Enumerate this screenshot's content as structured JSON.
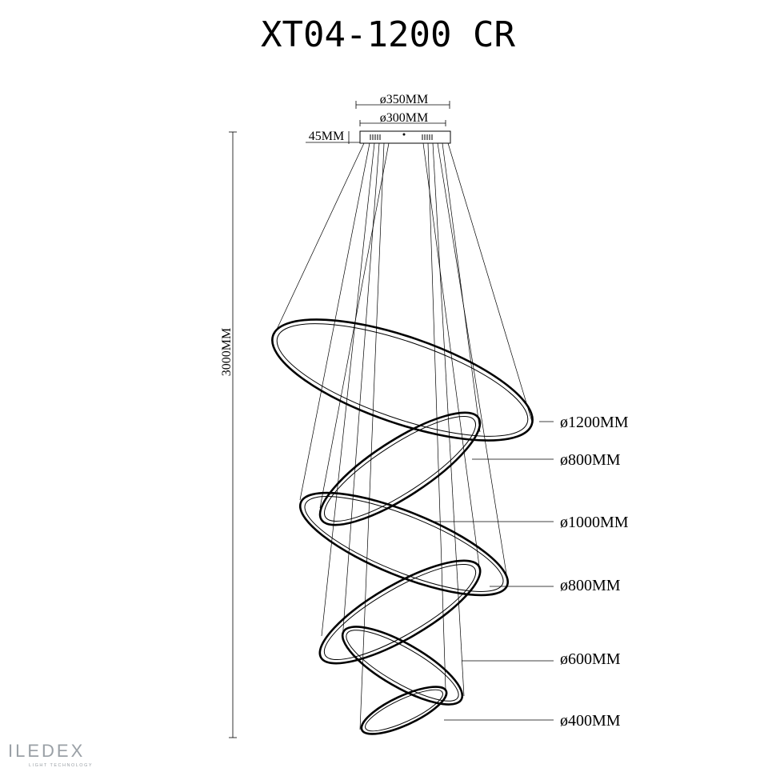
{
  "title": "XT04-1200 CR",
  "canopy": {
    "outer_diameter_label": "ø350MM",
    "inner_diameter_label": "ø300MM",
    "height_label": "45MM"
  },
  "overall_height_label": "3000MM",
  "rings": [
    {
      "label": "ø1200MM"
    },
    {
      "label": "ø800MM"
    },
    {
      "label": "ø1000MM"
    },
    {
      "label": "ø800MM"
    },
    {
      "label": "ø600MM"
    },
    {
      "label": "ø400MM"
    }
  ],
  "brand": {
    "name": "ILEDEX",
    "tagline": "LIGHT TECHNOLOGY"
  },
  "colors": {
    "line": "#000000",
    "background": "#ffffff",
    "logo": "#9aa0a6"
  }
}
